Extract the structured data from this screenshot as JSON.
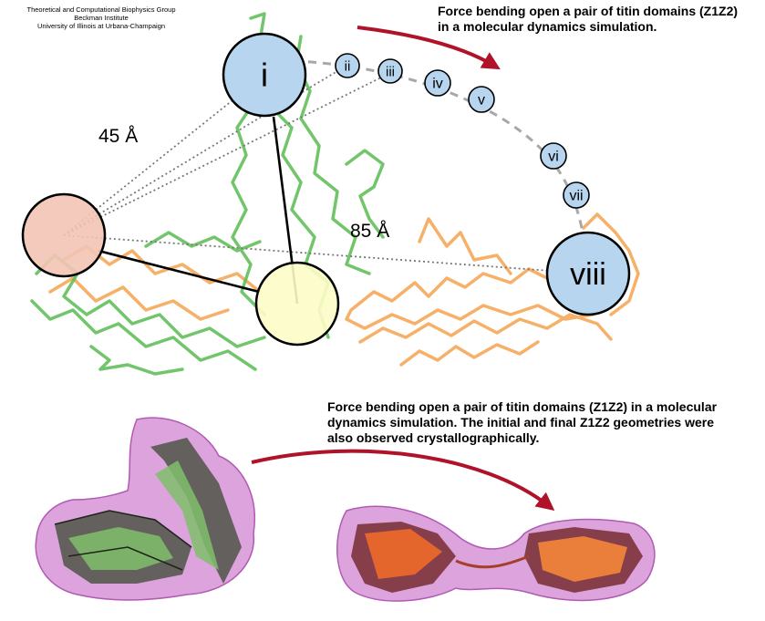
{
  "credits": {
    "line1": "Theoretical and Computational Biophysics Group",
    "line2": "Beckman Institute",
    "line3": "University of Illinois at Urbana-Champaign"
  },
  "top_title": "Force bending open a pair of titin domains (Z1Z2)\nin a molecular dynamics simulation.",
  "bottom_title": "Force bending open a pair of titin domains (Z1Z2) in a molecular\ndynamics simulation.  The initial and final Z1Z2 geometries were\nalso observed crystallographically.",
  "distances": {
    "initial": "45 Å",
    "final": "85 Å"
  },
  "stages": [
    "i",
    "ii",
    "iii",
    "iv",
    "v",
    "vi",
    "vii",
    "viii"
  ],
  "colors": {
    "stage_fill": "#b7d5ef",
    "anchor_fill": "#f2c4b4",
    "hinge_fill": "#fdfcc8",
    "arrow": "#b0122a",
    "green_chain": "#62bf5a",
    "orange_chain": "#f6b067",
    "surface": "#c76ac8"
  }
}
